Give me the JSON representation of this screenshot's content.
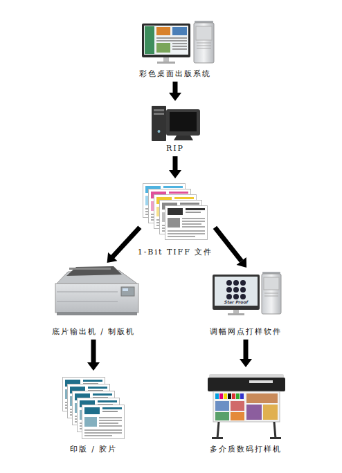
{
  "diagram": {
    "nodes": [
      {
        "text": [
          "彩色桌面出版系统"
        ]
      },
      {
        "text": [
          "RIP"
        ]
      },
      {
        "text": [
          "1-Bit TIFF 文件"
        ]
      },
      {
        "text": [
          "底片输出机 / 制版机"
        ]
      },
      {
        "text": [
          "调幅网点打样软件"
        ]
      },
      {
        "text": [
          "印版 / 胶片"
        ]
      },
      {
        "text": [
          "多介质数码打样机"
        ]
      }
    ],
    "edges": [
      {
        "from": 0,
        "to": 1,
        "arrow": "to"
      },
      {
        "from": 1,
        "to": 2,
        "arrow": "to"
      },
      {
        "from": 2,
        "to": 3,
        "arrow": "to"
      },
      {
        "from": 2,
        "to": 4,
        "arrow": "to"
      },
      {
        "from": 3,
        "to": 5,
        "arrow": "to"
      },
      {
        "from": 4,
        "to": 6,
        "arrow": "to"
      }
    ],
    "labels": [
      "Star Proof"
    ]
  }
}
